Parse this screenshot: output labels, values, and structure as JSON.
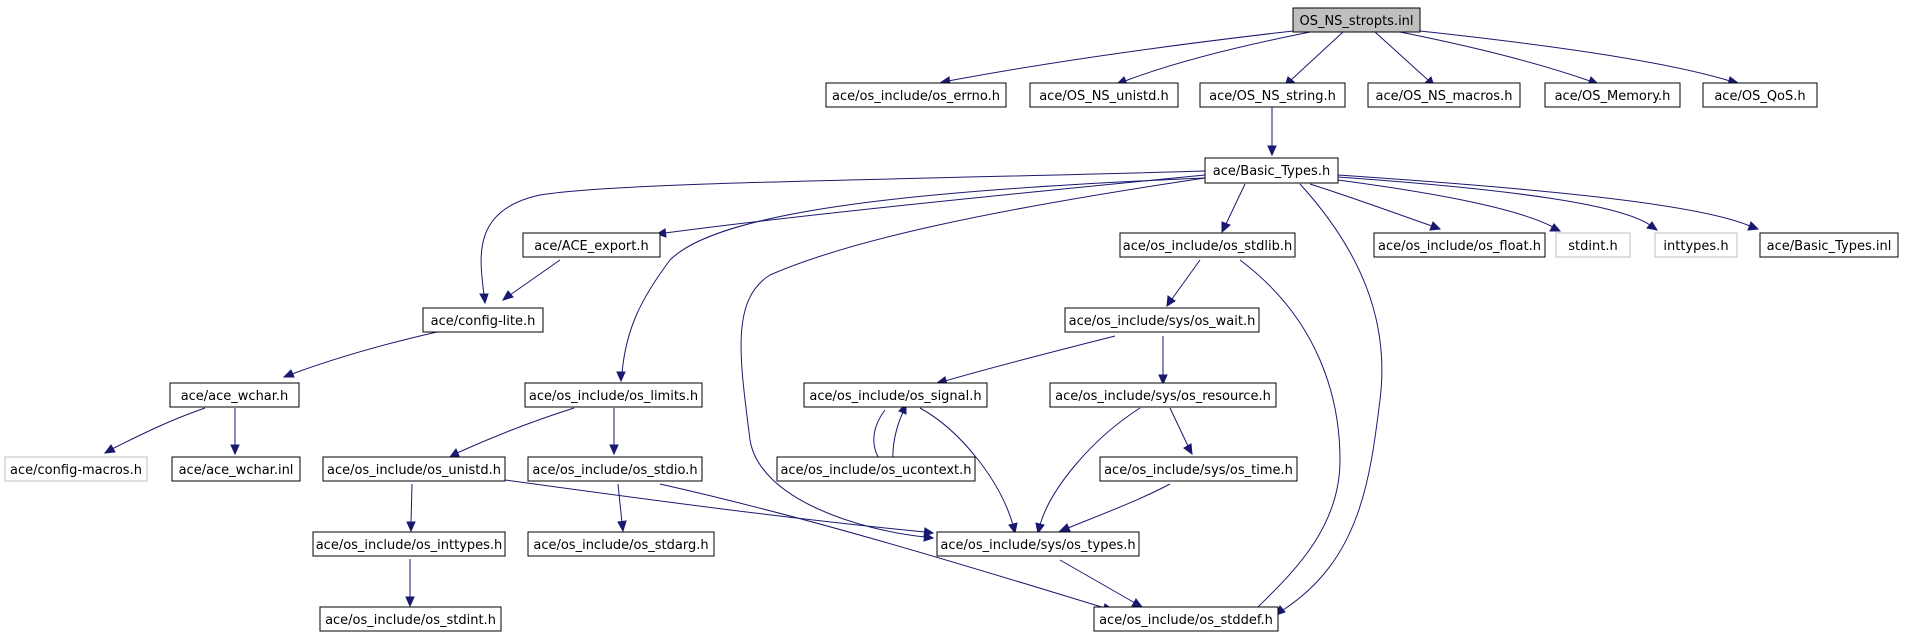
{
  "graph": {
    "nodes": {
      "root": "OS_NS_stropts.inl",
      "errno": "ace/os_include/os_errno.h",
      "ns_unistd": "ace/OS_NS_unistd.h",
      "ns_string": "ace/OS_NS_string.h",
      "ns_macros": "ace/OS_NS_macros.h",
      "memory": "ace/OS_Memory.h",
      "qos": "ace/OS_QoS.h",
      "basic_types": "ace/Basic_Types.h",
      "ace_export": "ace/ACE_export.h",
      "stdlib": "ace/os_include/os_stdlib.h",
      "float": "ace/os_include/os_float.h",
      "stdint_h": "stdint.h",
      "inttypes_h": "inttypes.h",
      "basic_types_inl": "ace/Basic_Types.inl",
      "config_lite": "ace/config-lite.h",
      "sys_wait": "ace/os_include/sys/os_wait.h",
      "ace_wchar": "ace/ace_wchar.h",
      "limits": "ace/os_include/os_limits.h",
      "signal": "ace/os_include/os_signal.h",
      "resource": "ace/os_include/sys/os_resource.h",
      "config_macros": "ace/config-macros.h",
      "ace_wchar_inl": "ace/ace_wchar.inl",
      "os_unistd": "ace/os_include/os_unistd.h",
      "stdio": "ace/os_include/os_stdio.h",
      "ucontext": "ace/os_include/os_ucontext.h",
      "sys_time": "ace/os_include/sys/os_time.h",
      "os_inttypes": "ace/os_include/os_inttypes.h",
      "stdarg": "ace/os_include/os_stdarg.h",
      "sys_types": "ace/os_include/sys/os_types.h",
      "os_stdint": "ace/os_include/os_stdint.h",
      "stddef": "ace/os_include/os_stddef.h"
    },
    "colors": {
      "edge": "#191970",
      "root_fill": "#bfbfbf",
      "missing_border": "#bfbfbf"
    }
  }
}
